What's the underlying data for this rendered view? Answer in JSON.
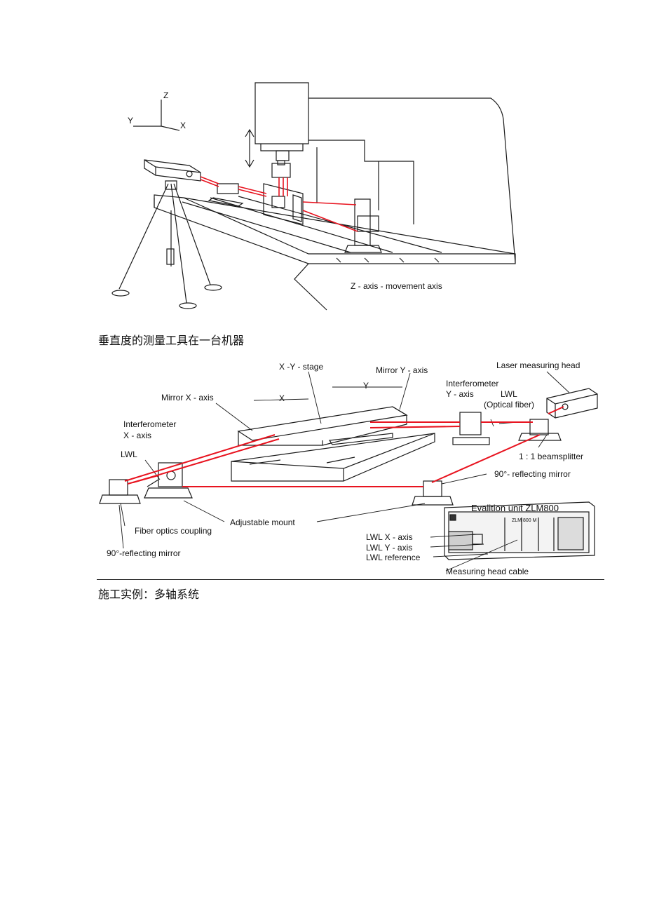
{
  "figure1": {
    "axis_labels": {
      "z": "Z",
      "y": "Y",
      "x": "X"
    },
    "note": "Z - axis - movement axis",
    "caption": "垂直度的测量工具在一台机器"
  },
  "figure2": {
    "labels": {
      "xy_stage": "X -Y - stage",
      "mirror_y": "Mirror Y - axis",
      "laser_head": "Laser measuring head",
      "y": "Y",
      "x": "X",
      "mirror_x": "Mirror X - axis",
      "interf_y_1": "Interferometer",
      "interf_y_2": "Y - axis",
      "lwl_top": "LWL",
      "optical_fiber": "(Optical fiber)",
      "interf_x_1": "Interferometer",
      "interf_x_2": "X - axis",
      "lwl_left": "LWL",
      "beamsplitter": "1 : 1 beamsplitter",
      "reflecting_right": "90°- reflecting mirror",
      "evaluation_unit": "Evalition unit ZLM800",
      "unit_panel": "ZLM 800 M",
      "adjustable_mount": "Adjustable mount",
      "fiber_coupling": "Fiber optics coupling",
      "lwl_x": "LWL  X - axis",
      "lwl_y": "LWL  Y - axis",
      "lwl_ref": "LWL  reference",
      "reflecting_left": "90°-reflecting mirror",
      "head_cable": "Measuring head cable"
    },
    "caption": "施工实例：多轴系统"
  },
  "colors": {
    "beam": "#e8131f",
    "line": "#1a1a1a"
  }
}
